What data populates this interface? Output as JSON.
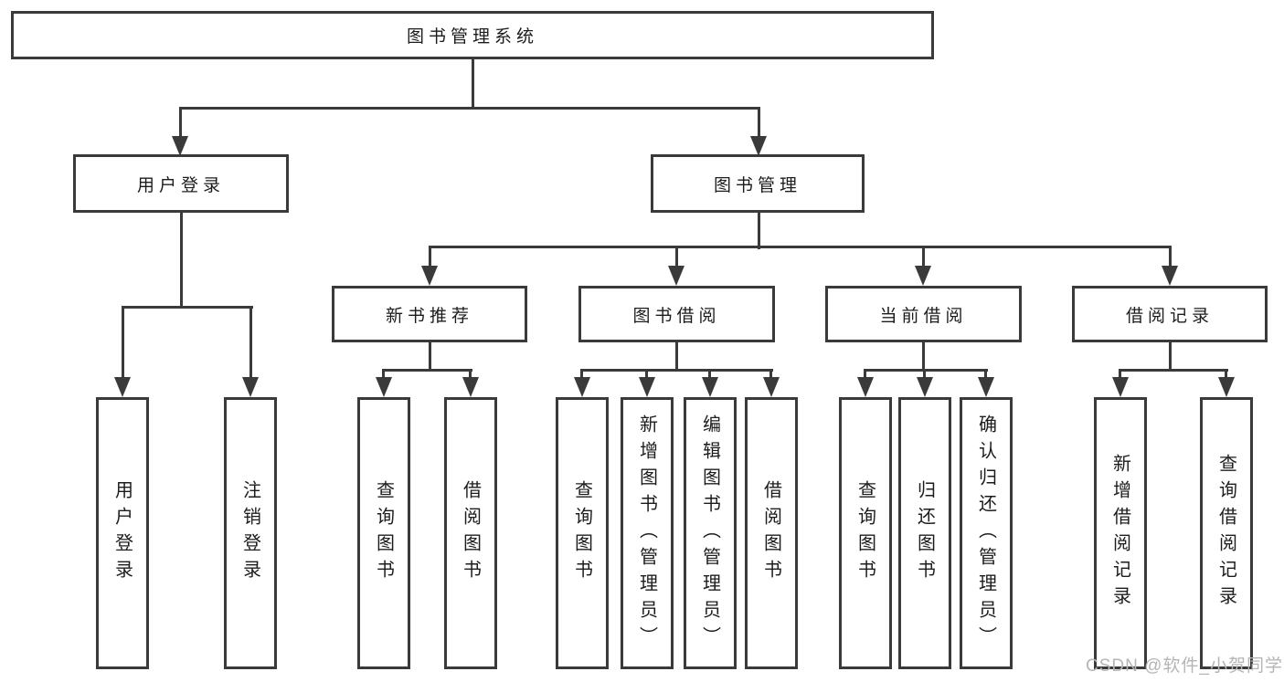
{
  "diagram": {
    "root": "图书管理系统",
    "level2": [
      {
        "label": "用户登录"
      },
      {
        "label": "图书管理"
      }
    ],
    "level3": [
      {
        "label": "新书推荐"
      },
      {
        "label": "图书借阅"
      },
      {
        "label": "当前借阅"
      },
      {
        "label": "借阅记录"
      }
    ],
    "leaves": {
      "user_login": [
        "用户登录",
        "注销登录"
      ],
      "new_book": [
        "查询图书",
        "借阅图书"
      ],
      "book_borrow": [
        "查询图书",
        "新增图书（管理员）",
        "编辑图书（管理员）",
        "借阅图书"
      ],
      "current_borrow": [
        "查询图书",
        "归还图书",
        "确认归还（管理员）"
      ],
      "borrow_record": [
        "新增借阅记录",
        "查询借阅记录"
      ]
    }
  },
  "colors": {
    "line": "#3a3a3a",
    "text": "#1c1c1c",
    "watermark": "#b5b5b5",
    "background": "#ffffff"
  },
  "watermark": "CSDN @软件_小贺同学"
}
